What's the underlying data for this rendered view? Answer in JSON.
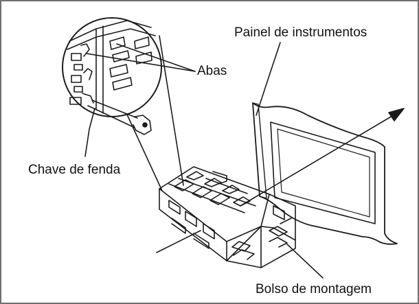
{
  "labels": {
    "dashboard_panel": "Painel de instrumentos",
    "tabs": "Abas",
    "screwdriver": "Chave de fenda",
    "mounting_sleeve": "Bolso de montagem"
  },
  "colors": {
    "line": "#1a1a1a",
    "border": "#6e6e6e",
    "background": "#ffffff"
  }
}
